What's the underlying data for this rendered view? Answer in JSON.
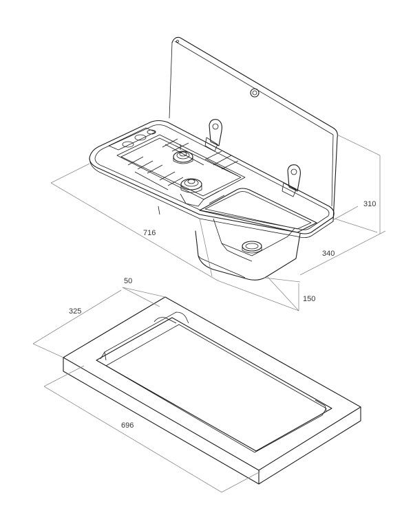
{
  "diagram": {
    "dimensions": {
      "width_unit": "716",
      "depth_unit": "340",
      "height_unit": "310",
      "bowl_depth": "150",
      "cutout_margin": "50",
      "cutout_depth": "325",
      "cutout_width": "696"
    },
    "colors": {
      "line": "#1a1a1a",
      "dimension_line": "#8a8a8a",
      "text": "#333333",
      "background": "#ffffff"
    }
  }
}
